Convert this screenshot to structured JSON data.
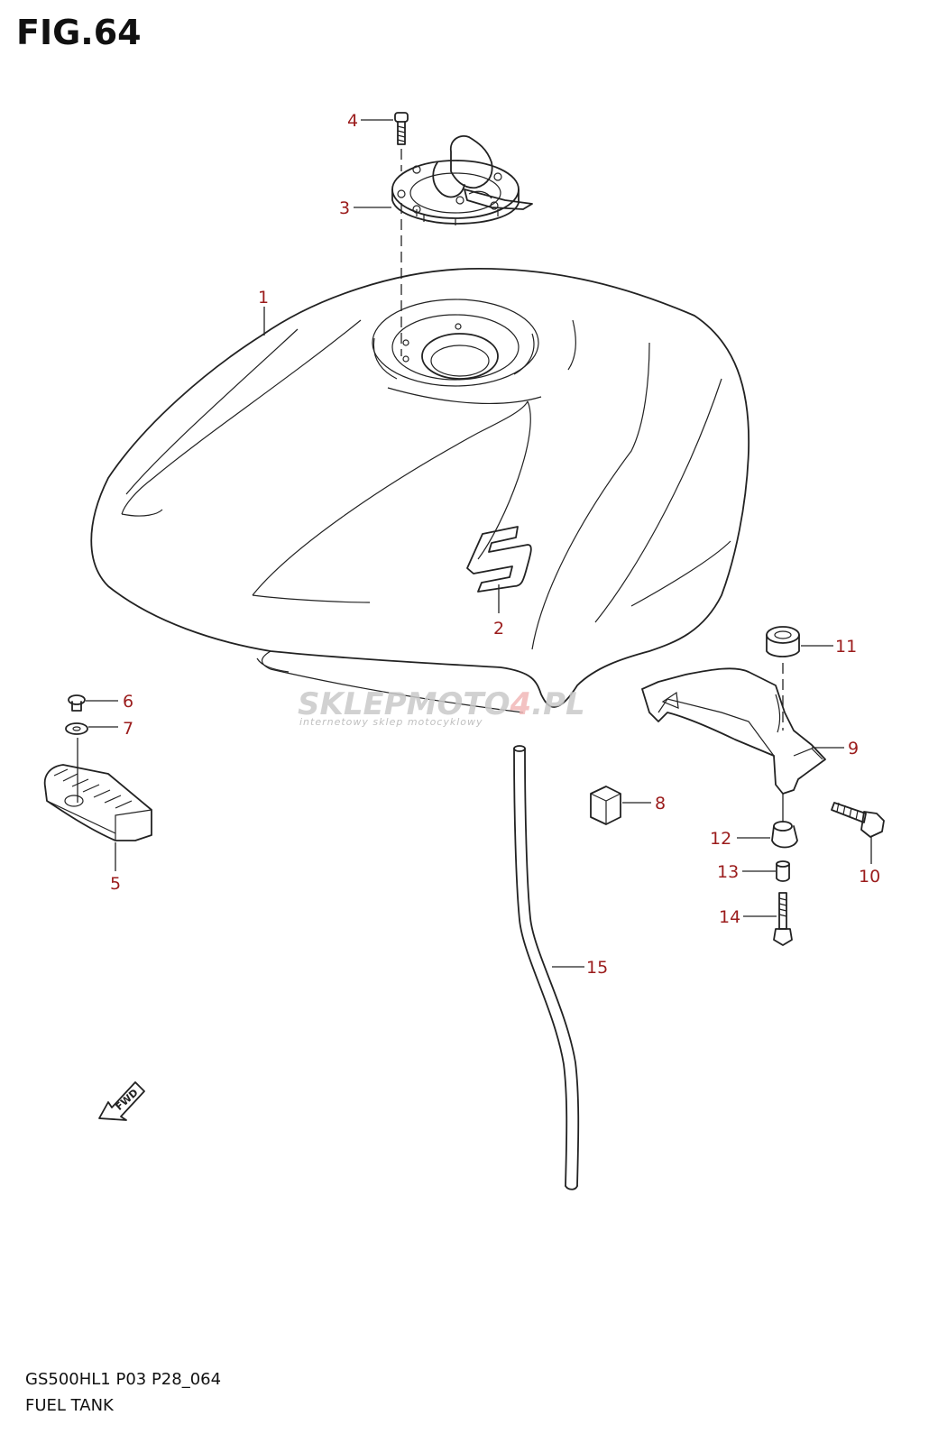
{
  "figure": {
    "title": "FIG.64",
    "model_code": "GS500HL1 P03 P28_064",
    "name": "FUEL TANK"
  },
  "callouts": [
    "1",
    "2",
    "3",
    "4",
    "5",
    "6",
    "7",
    "8",
    "9",
    "10",
    "11",
    "12",
    "13",
    "14",
    "15"
  ],
  "watermark": {
    "main_a": "SKLEP",
    "main_b": "MOTO",
    "main_c": "4",
    "main_d": ".PL",
    "sub": "internetowy sklep motocyklowy"
  },
  "direction_label": "FWD",
  "colors": {
    "callout": "#9b1c1c",
    "line": "#222222",
    "watermark": "#c9c9c9",
    "watermark_accent": "#f1b8b8"
  }
}
